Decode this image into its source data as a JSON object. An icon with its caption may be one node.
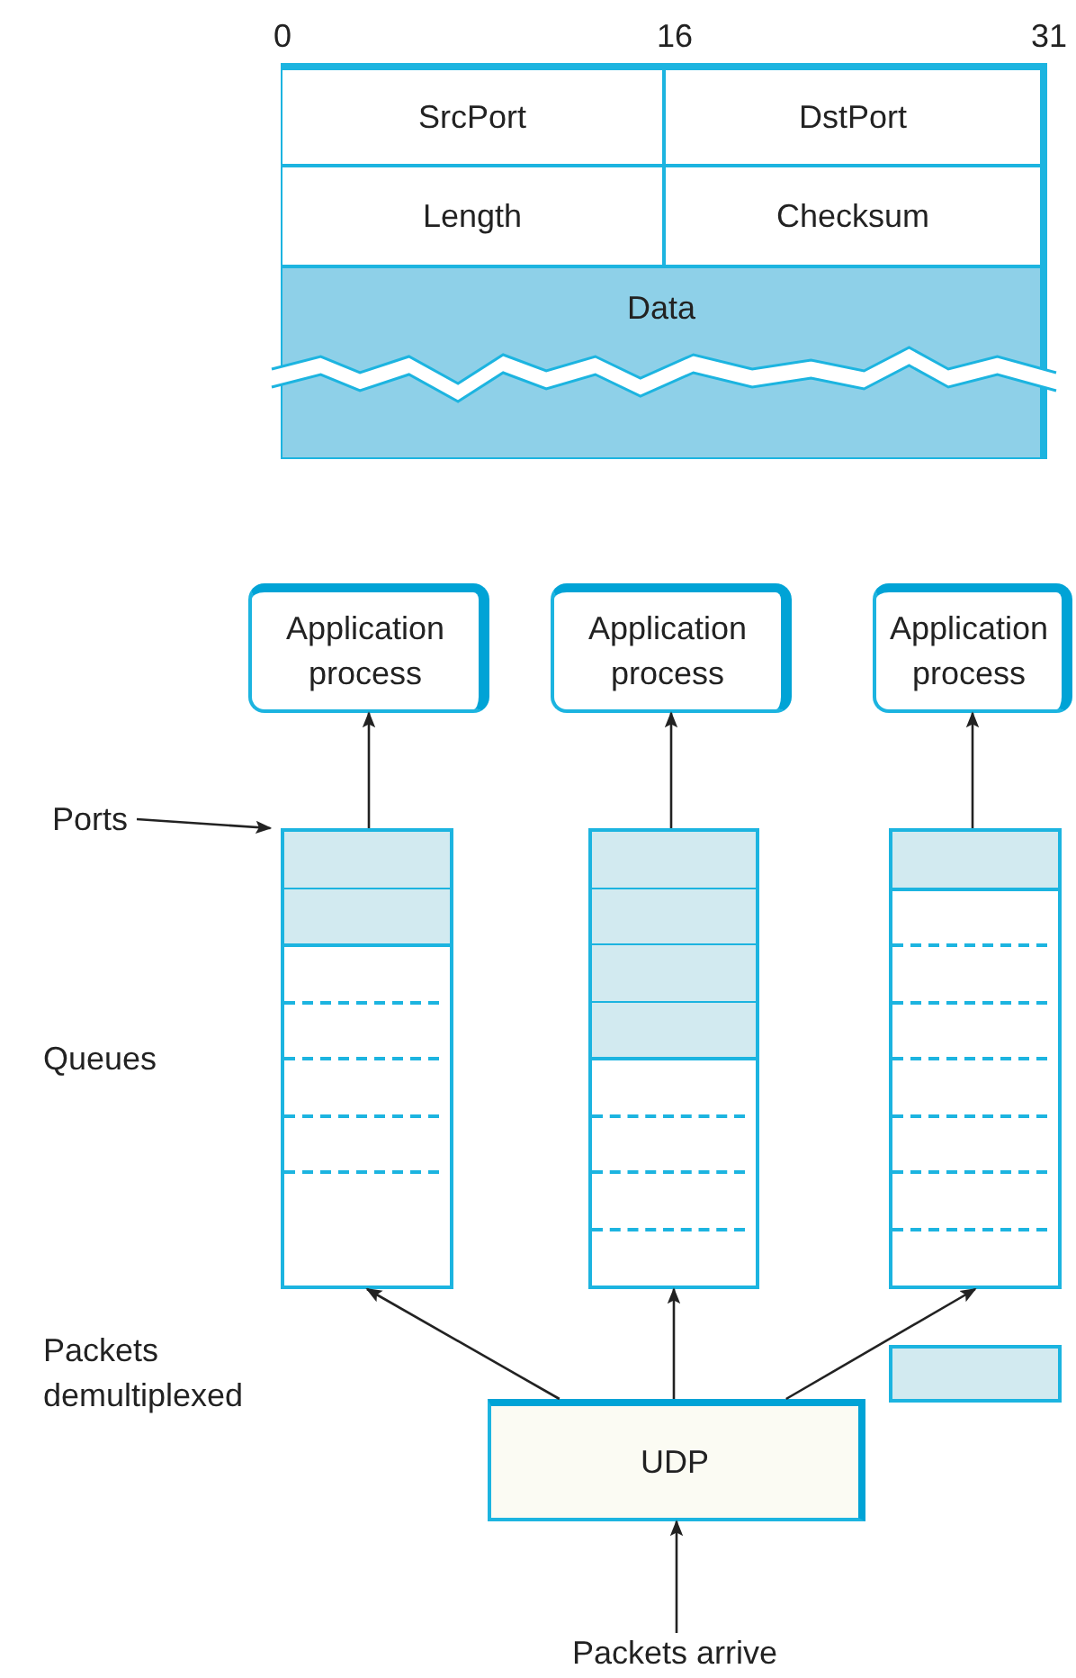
{
  "diagram": {
    "nodes": [
      {
        "text": [
          "SrcPort"
        ]
      },
      {
        "text": [
          "DstPort"
        ]
      },
      {
        "text": [
          "Length"
        ]
      },
      {
        "text": [
          "Checksum"
        ]
      },
      {
        "text": [
          "Data"
        ]
      },
      {
        "text": [
          "Application process"
        ]
      },
      {
        "text": [
          "Application process"
        ]
      },
      {
        "text": [
          "Application process"
        ]
      },
      {
        "text": [
          "Ports"
        ]
      },
      {
        "text": [],
        "shape": "box"
      },
      {
        "text": [],
        "shape": "box"
      },
      {
        "text": [],
        "shape": "box"
      },
      {
        "text": [
          "UDP"
        ]
      },
      {
        "text": [
          "Packets arrive"
        ]
      },
      {
        "text": [],
        "shape": "box"
      }
    ],
    "edges": [
      {
        "from": 9,
        "to": 5,
        "arrow": "to"
      },
      {
        "from": 10,
        "to": 6,
        "arrow": "to"
      },
      {
        "from": 11,
        "to": 7,
        "arrow": "to"
      },
      {
        "from": 8,
        "to": 9,
        "arrow": "to"
      },
      {
        "from": 12,
        "to": 9,
        "arrow": "to"
      },
      {
        "from": 12,
        "to": 10,
        "arrow": "to"
      },
      {
        "from": 12,
        "to": 11,
        "arrow": "to"
      },
      {
        "from": 13,
        "to": 12,
        "arrow": "to"
      }
    ],
    "labels": [
      "0",
      "16",
      "31",
      "Queues",
      "Packets demultiplexed"
    ]
  }
}
